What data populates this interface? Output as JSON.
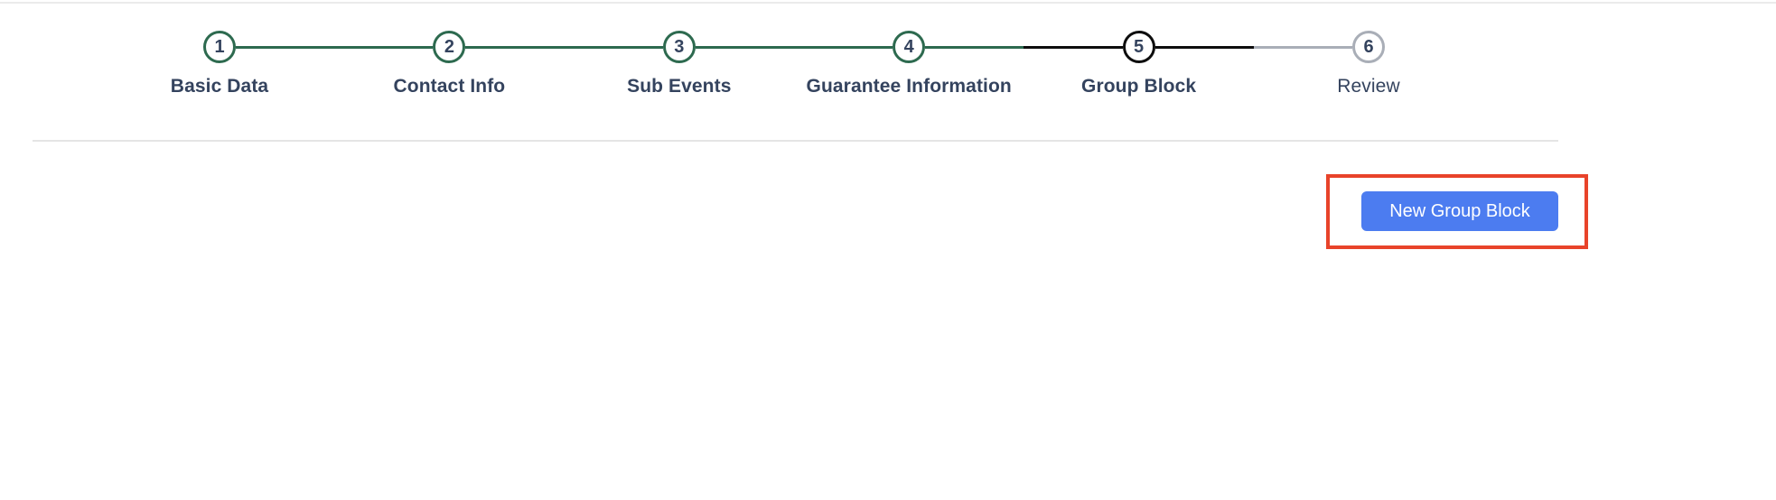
{
  "stepper": {
    "steps": [
      {
        "number": "1",
        "label": "Basic Data",
        "state": "completed"
      },
      {
        "number": "2",
        "label": "Contact Info",
        "state": "completed"
      },
      {
        "number": "3",
        "label": "Sub Events",
        "state": "completed"
      },
      {
        "number": "4",
        "label": "Guarantee Information",
        "state": "completed"
      },
      {
        "number": "5",
        "label": "Group Block",
        "state": "active"
      },
      {
        "number": "6",
        "label": "Review",
        "state": "upcoming"
      }
    ],
    "colors": {
      "completed": "#2d6a4f",
      "active": "#0d0d0d",
      "upcoming": "#a9aeb7",
      "number_text": "#34435e",
      "label_text": "#34435e"
    }
  },
  "actions": {
    "new_group_block_label": "New Group Block",
    "button_color": "#4c7cf0",
    "highlight_color": "#e8432a"
  }
}
